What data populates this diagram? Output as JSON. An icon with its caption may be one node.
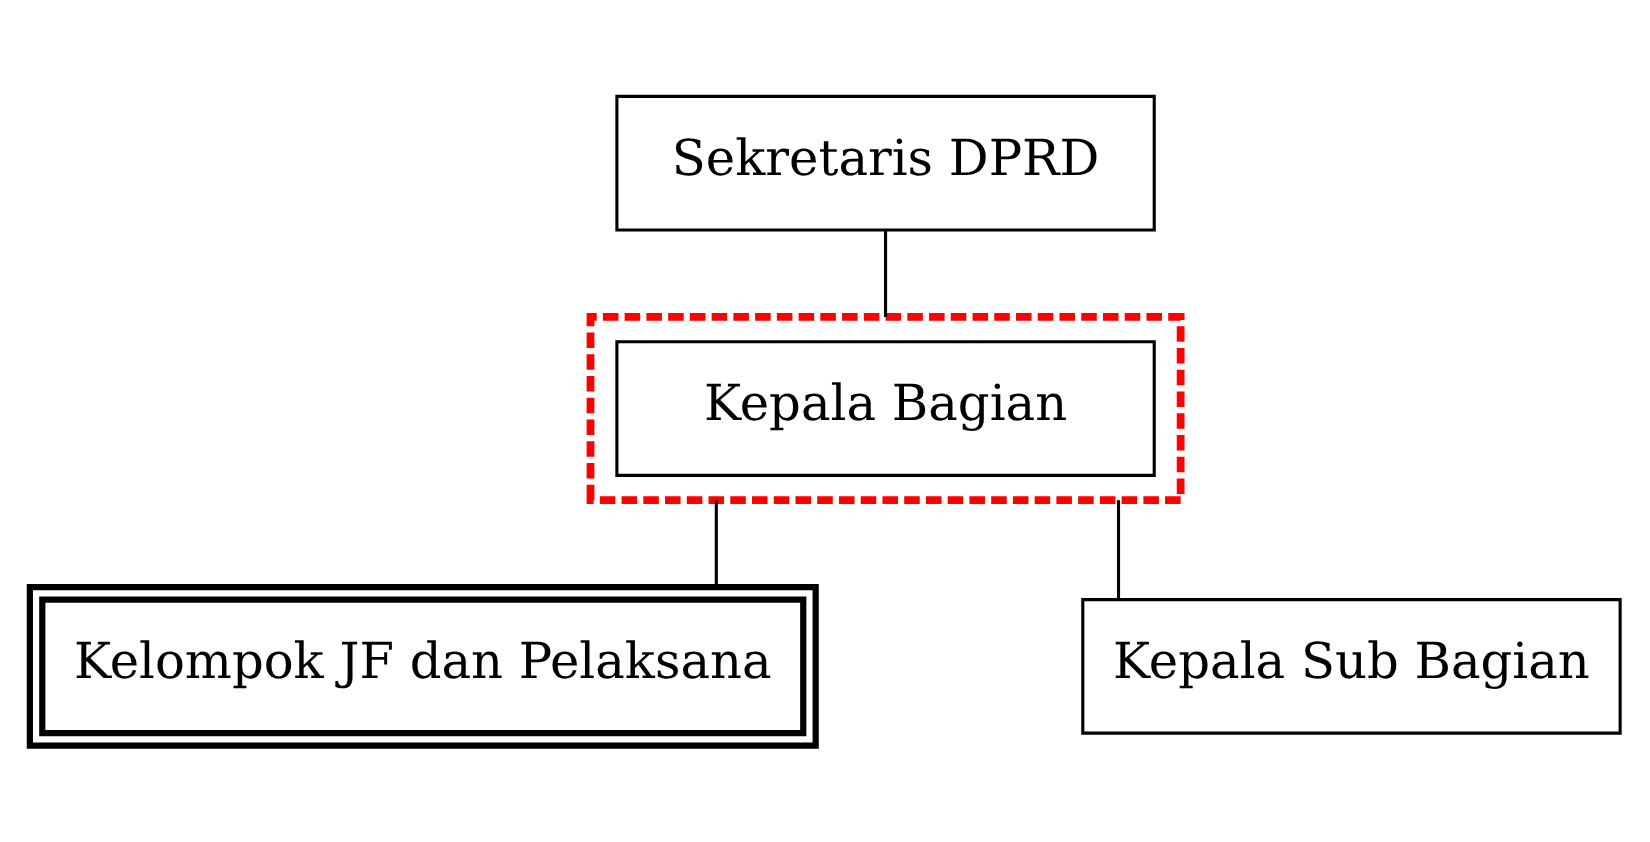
{
  "diagram": {
    "nodes": [
      {
        "text": [
          "Sekretaris DPRD"
        ]
      },
      {
        "text": [],
        "shape": "box"
      },
      {
        "text": [
          "Kepala Bagian"
        ],
        "in": 1
      },
      {
        "text": [
          "Kelompok JF dan Pelaksana"
        ]
      },
      {
        "text": [
          "Kepala Sub Bagian"
        ]
      }
    ],
    "edges": [
      {
        "from": 0,
        "to": 1,
        "arrow": "none"
      },
      {
        "from": 1,
        "to": 3,
        "arrow": "none"
      },
      {
        "from": 1,
        "to": 4,
        "arrow": "none"
      }
    ]
  }
}
